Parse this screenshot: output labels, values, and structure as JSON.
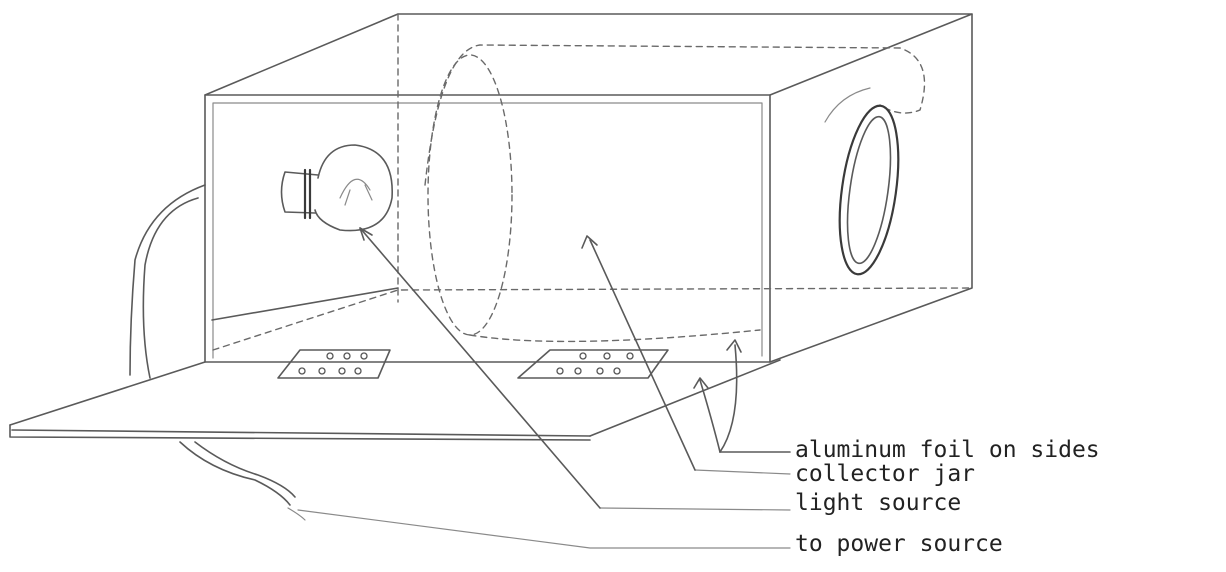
{
  "labels": {
    "foil": "aluminum foil on sides",
    "jar": "collector jar",
    "light": "light source",
    "power": "to power source"
  }
}
